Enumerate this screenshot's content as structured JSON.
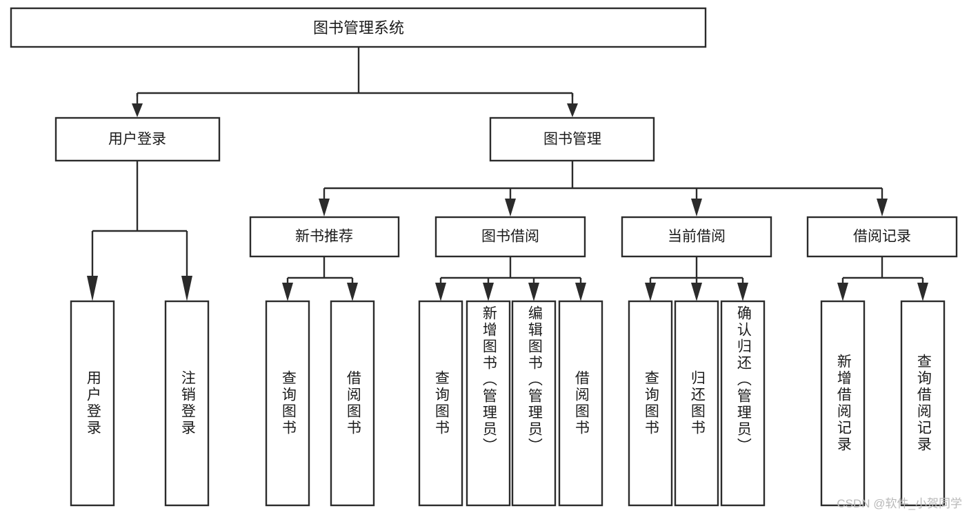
{
  "diagram": {
    "type": "tree",
    "title": "图书管理系统",
    "watermark": "CSDN @软件_小贺同学",
    "colors": {
      "stroke": "#2b2b2b",
      "fill": "#ffffff",
      "text": "#1b1b1b",
      "watermark": "#b9b9b9",
      "background": "#ffffff"
    },
    "root": {
      "label": "图书管理系统"
    },
    "level2": [
      {
        "label": "用户登录"
      },
      {
        "label": "图书管理"
      }
    ],
    "level3": [
      {
        "label": "新书推荐"
      },
      {
        "label": "图书借阅"
      },
      {
        "label": "当前借阅"
      },
      {
        "label": "借阅记录"
      }
    ],
    "leaves": {
      "user_login": [
        {
          "label": "用户登录"
        },
        {
          "label": "注销登录"
        }
      ],
      "new_book_recommend": [
        {
          "label": "查询图书"
        },
        {
          "label": "借阅图书"
        }
      ],
      "book_borrow": [
        {
          "label": "查询图书"
        },
        {
          "label": "新增图书（管理员）"
        },
        {
          "label": "编辑图书（管理员）"
        },
        {
          "label": "借阅图书"
        }
      ],
      "current_borrow": [
        {
          "label": "查询图书"
        },
        {
          "label": "归还图书"
        },
        {
          "label": "确认归还（管理员）"
        }
      ],
      "borrow_record": [
        {
          "label": "新增借阅记录"
        },
        {
          "label": "查询借阅记录"
        }
      ]
    }
  }
}
